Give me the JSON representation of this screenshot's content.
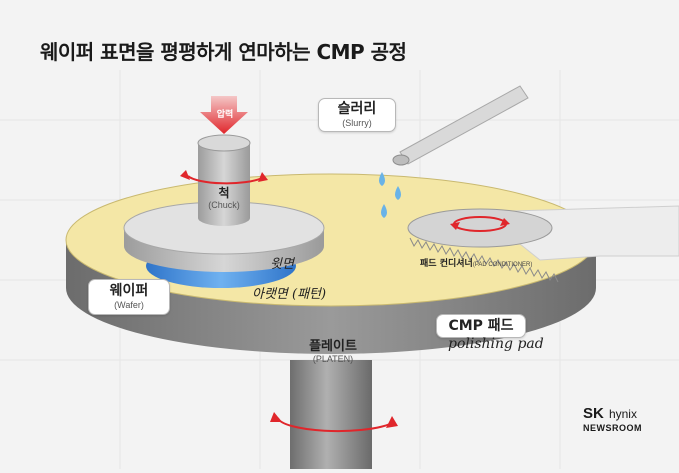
{
  "title": "웨이퍼 표면을 평평하게 연마하는 CMP 공정",
  "labels": {
    "pressure": "압력",
    "slurry": {
      "main": "슬러리",
      "sub": "(Slurry)"
    },
    "chuck": {
      "main": "척",
      "sub": "(Chuck)"
    },
    "pad_conditioner": {
      "main": "패드 컨디셔너",
      "sub": "(PAD CONDITIONER)"
    },
    "wafer": {
      "main": "웨이퍼",
      "sub": "(Wafer)"
    },
    "front_side": "윗면",
    "back_side": "아랫면 (패턴)",
    "cmp_pad": {
      "main": "CMP 패드",
      "sub": "polishing pad"
    },
    "platen": {
      "main": "플레이트",
      "sub": "(PLATEN)"
    }
  },
  "brand": {
    "sk": "SK",
    "hynix": "hynix",
    "newsroom": "NEWSROOM"
  },
  "colors": {
    "pad": "#f4e7a6",
    "platen_side": "#7f7f7f",
    "chuck": "#bdbdbd",
    "wafer": "#4a90d9",
    "arrow_red": "#e0262b",
    "slurry": "#69b3e7"
  }
}
